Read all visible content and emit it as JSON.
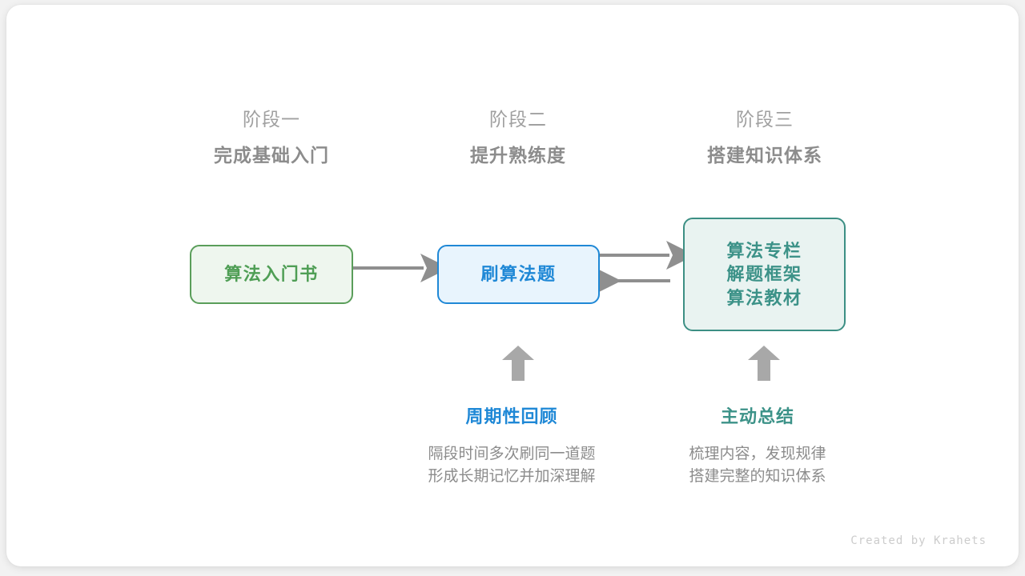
{
  "canvas": {
    "background": "#f2f2f2",
    "card_background": "#ffffff"
  },
  "palette": {
    "green": "#4f9e55",
    "green_border": "#5a9e5a",
    "green_fill": "#eef6ee",
    "blue": "#1f88d6",
    "blue_fill": "#e8f4fd",
    "teal": "#3c9288",
    "teal_border": "#3c8f84",
    "teal_fill": "#e9f3f1",
    "gray_text": "#8c8c8c",
    "gray_kicker": "#a0a0a0",
    "arrow_gray": "#8f8f8f"
  },
  "stages": [
    {
      "kicker": "阶段一",
      "title": "完成基础入门"
    },
    {
      "kicker": "阶段二",
      "title": "提升熟练度"
    },
    {
      "kicker": "阶段三",
      "title": "搭建知识体系"
    }
  ],
  "nodes": [
    {
      "id": "book",
      "lines": [
        "算法入门书"
      ],
      "color": "#4f9e55",
      "border": "#5a9e5a",
      "fill": "#eef6ee"
    },
    {
      "id": "practice",
      "lines": [
        "刷算法题"
      ],
      "color": "#1f88d6",
      "border": "#1f88d6",
      "fill": "#e8f4fd"
    },
    {
      "id": "resources",
      "lines": [
        "算法专栏",
        "解题框架",
        "算法教材"
      ],
      "color": "#3c9288",
      "border": "#3c8f84",
      "fill": "#e9f3f1"
    }
  ],
  "connectors": [
    {
      "id": "book-to-practice",
      "direction": "right",
      "color": "#8f8f8f"
    },
    {
      "id": "practice-to-resources",
      "direction": "right",
      "color": "#8f8f8f"
    },
    {
      "id": "resources-to-practice",
      "direction": "left",
      "color": "#8f8f8f"
    },
    {
      "id": "review-up-arrow",
      "direction": "up",
      "color": "#a8a8a8"
    },
    {
      "id": "summary-up-arrow",
      "direction": "up",
      "color": "#a8a8a8"
    }
  ],
  "notes": [
    {
      "id": "review",
      "title": "周期性回顾",
      "title_color": "#1f88d6",
      "body_lines": [
        "隔段时间多次刷同一道题",
        "形成长期记忆并加深理解"
      ]
    },
    {
      "id": "summary",
      "title": "主动总结",
      "title_color": "#3c9288",
      "body_lines": [
        "梳理内容，发现规律",
        "搭建完整的知识体系"
      ]
    }
  ],
  "watermark": "Created by Krahets"
}
